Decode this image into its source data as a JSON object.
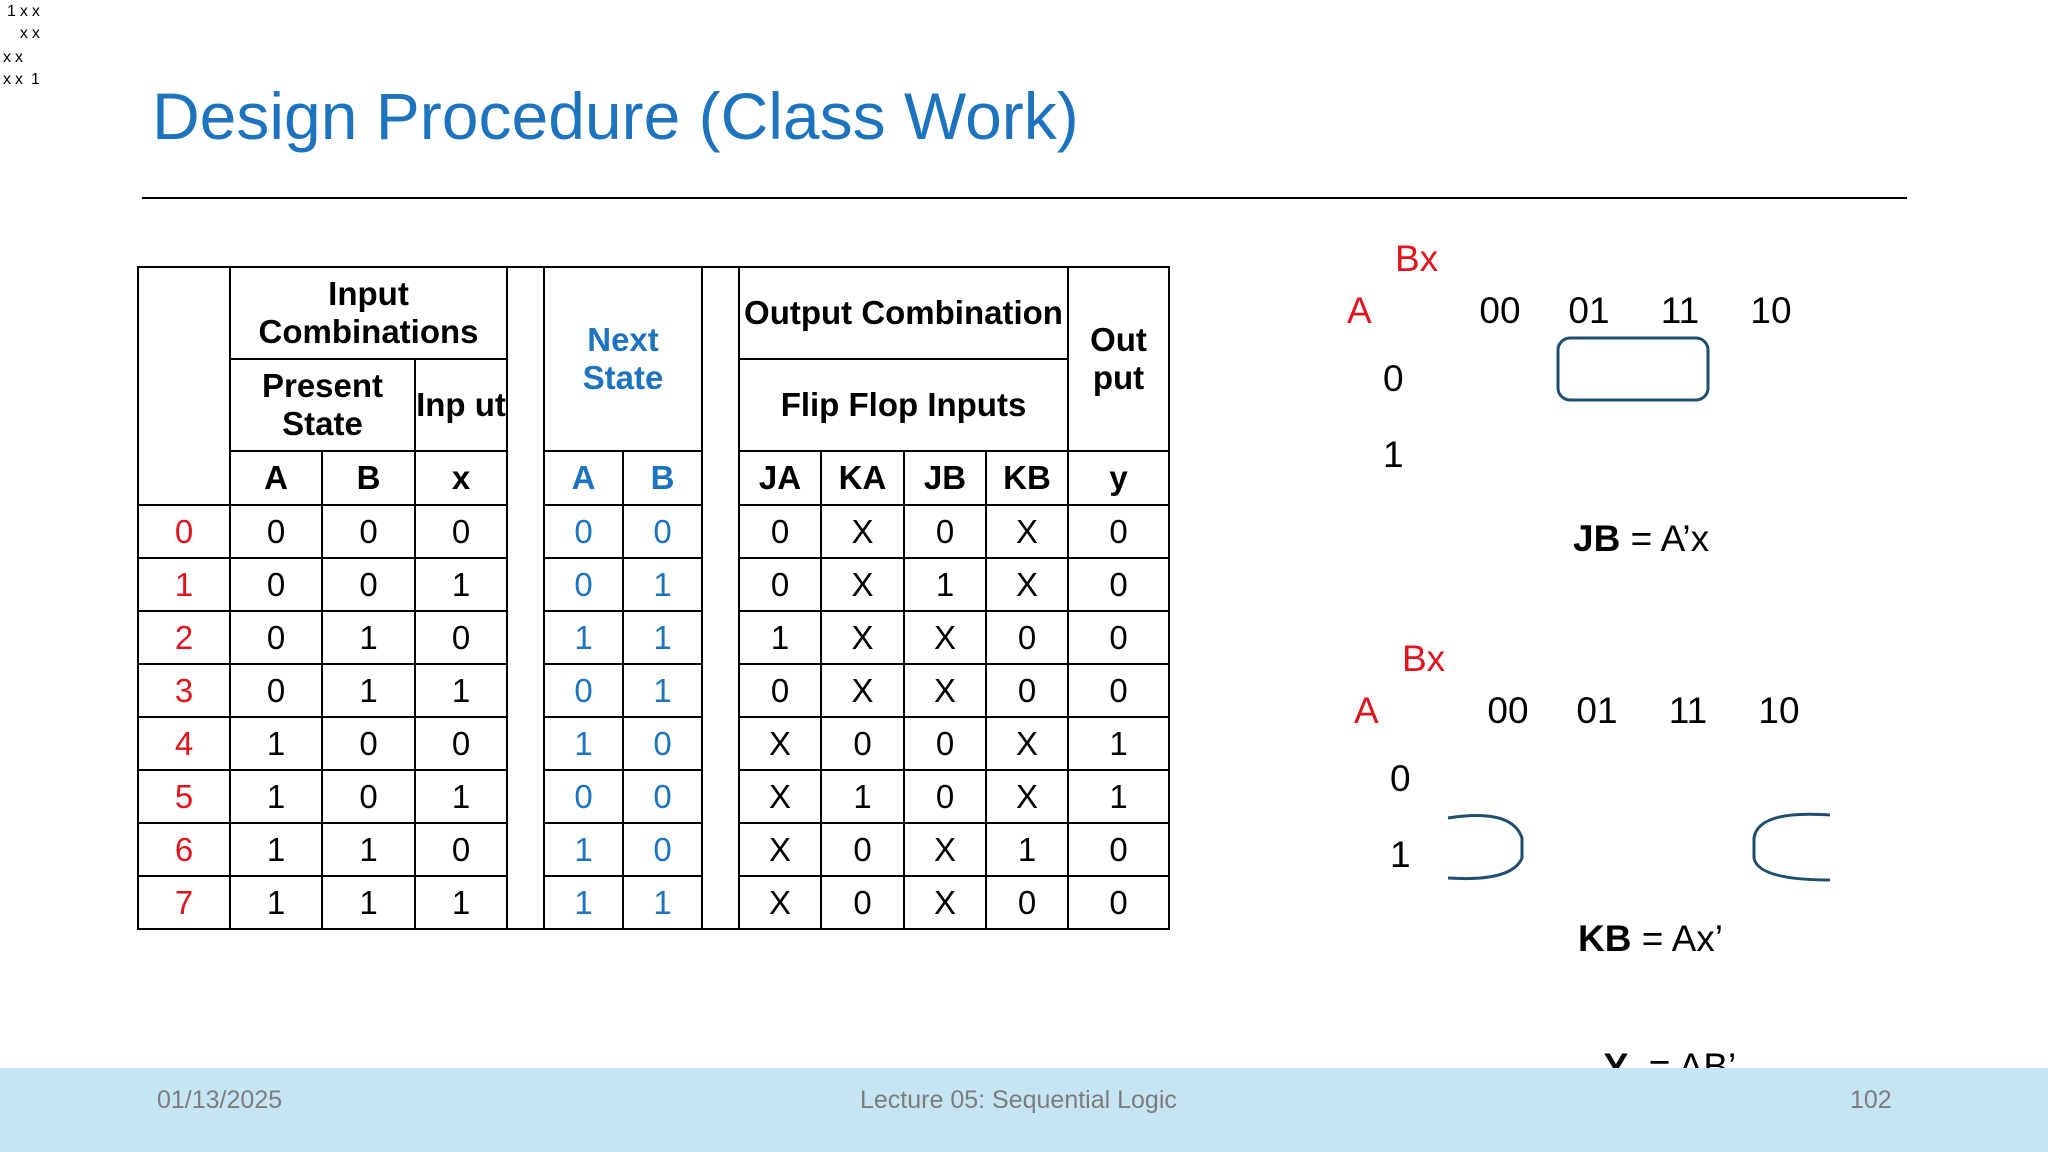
{
  "title": "Design Procedure (Class Work)",
  "table": {
    "input_combinations": "Input Combinations",
    "present_state": "Present State",
    "input": "Inp ut",
    "next_state": "Next State",
    "output_combination": "Output Combination",
    "flip_flop_inputs": "Flip Flop Inputs",
    "output": "Out put",
    "cols": [
      "A",
      "B",
      "x",
      "A",
      "B",
      "JA",
      "KA",
      "JB",
      "KB",
      "y"
    ],
    "rows": [
      {
        "idx": "0",
        "A": "0",
        "B": "0",
        "x": "0",
        "nA": "0",
        "nB": "0",
        "JA": "0",
        "KA": "X",
        "JB": "0",
        "KB": "X",
        "y": "0"
      },
      {
        "idx": "1",
        "A": "0",
        "B": "0",
        "x": "1",
        "nA": "0",
        "nB": "1",
        "JA": "0",
        "KA": "X",
        "JB": "1",
        "KB": "X",
        "y": "0"
      },
      {
        "idx": "2",
        "A": "0",
        "B": "1",
        "x": "0",
        "nA": "1",
        "nB": "1",
        "JA": "1",
        "KA": "X",
        "JB": "X",
        "KB": "0",
        "y": "0"
      },
      {
        "idx": "3",
        "A": "0",
        "B": "1",
        "x": "1",
        "nA": "0",
        "nB": "1",
        "JA": "0",
        "KA": "X",
        "JB": "X",
        "KB": "0",
        "y": "0"
      },
      {
        "idx": "4",
        "A": "1",
        "B": "0",
        "x": "0",
        "nA": "1",
        "nB": "0",
        "JA": "X",
        "KA": "0",
        "JB": "0",
        "KB": "X",
        "y": "1"
      },
      {
        "idx": "5",
        "A": "1",
        "B": "0",
        "x": "1",
        "nA": "0",
        "nB": "0",
        "JA": "X",
        "KA": "1",
        "JB": "0",
        "KB": "X",
        "y": "1"
      },
      {
        "idx": "6",
        "A": "1",
        "B": "1",
        "x": "0",
        "nA": "1",
        "nB": "0",
        "JA": "X",
        "KA": "0",
        "JB": "X",
        "KB": "1",
        "y": "0"
      },
      {
        "idx": "7",
        "A": "1",
        "B": "1",
        "x": "1",
        "nA": "1",
        "nB": "1",
        "JA": "X",
        "KA": "0",
        "JB": "X",
        "KB": "0",
        "y": "0"
      }
    ]
  },
  "kmap_jb": {
    "bx_label": "Bx",
    "a_label": "A",
    "col_headers": [
      "00",
      "01",
      "11",
      "10"
    ],
    "row_headers": [
      "0",
      "1"
    ],
    "cells": [
      [
        "",
        "1",
        "x",
        "x"
      ],
      [
        "",
        "",
        "x",
        "x"
      ]
    ],
    "eq_name": "JB",
    "eq_rhs": " = A’x"
  },
  "kmap_kb": {
    "bx_label": "Bx",
    "a_label": "A",
    "col_headers": [
      "00",
      "01",
      "11",
      "10"
    ],
    "row_headers": [
      "0",
      "1"
    ],
    "cells": [
      [
        "x",
        "x",
        "",
        ""
      ],
      [
        "x",
        "x",
        "",
        "1"
      ]
    ],
    "eq_name": "KB",
    "eq_rhs": " = Ax’"
  },
  "y_eq": {
    "name": "Y",
    "rhs": "  = AB’"
  },
  "footer": {
    "date": "01/13/2025",
    "lecture": "Lecture 05: Sequential Logic",
    "page": "102"
  },
  "colors": {
    "title": "#1e73be",
    "index_red": "#e0141e",
    "next_state_blue": "#1e73be",
    "kmap_grid": "#b9ddb0",
    "group_outline": "#1f4e6e",
    "footer_bg": "#c5e5f3"
  }
}
